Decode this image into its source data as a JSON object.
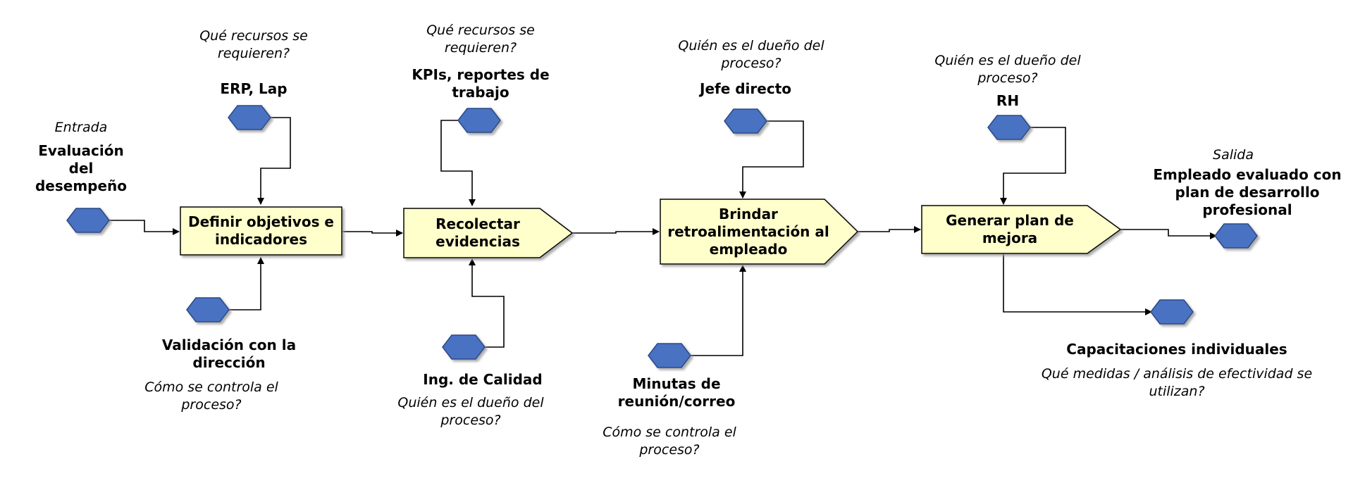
{
  "colors": {
    "process_fill": "#FFFFCC",
    "process_stroke": "#000000",
    "hexagon_fill": "#4A72C2",
    "hexagon_stroke": "#2C4A86",
    "connector": "#000000"
  },
  "questions": {
    "resources": "Qué recursos se requieren?",
    "owner": "Quién es el dueño del proceso?",
    "control": "Cómo se controla el proceso?",
    "measures": "Qué medidas / análisis de efectividad se utilizan?"
  },
  "input": {
    "tag": "Entrada",
    "label": "Evaluación del desempeño"
  },
  "output": {
    "tag": "Salida",
    "label": "Empleado evaluado con plan de desarrollo profesional"
  },
  "steps": [
    {
      "label": "Definir objetivos e indicadores",
      "top_value": "ERP, Lap",
      "bottom_value": "Validación con la dirección"
    },
    {
      "label": "Recolectar evidencias",
      "top_value": "KPIs, reportes de trabajo",
      "bottom_value": "Ing. de Calidad"
    },
    {
      "label": "Brindar retroalimentación al empleado",
      "top_value": "Jefe directo",
      "bottom_value": "Minutas de reunión/correo"
    },
    {
      "label": "Generar plan de mejora",
      "top_value": "RH",
      "bottom_value": "Capacitaciones individuales"
    }
  ]
}
